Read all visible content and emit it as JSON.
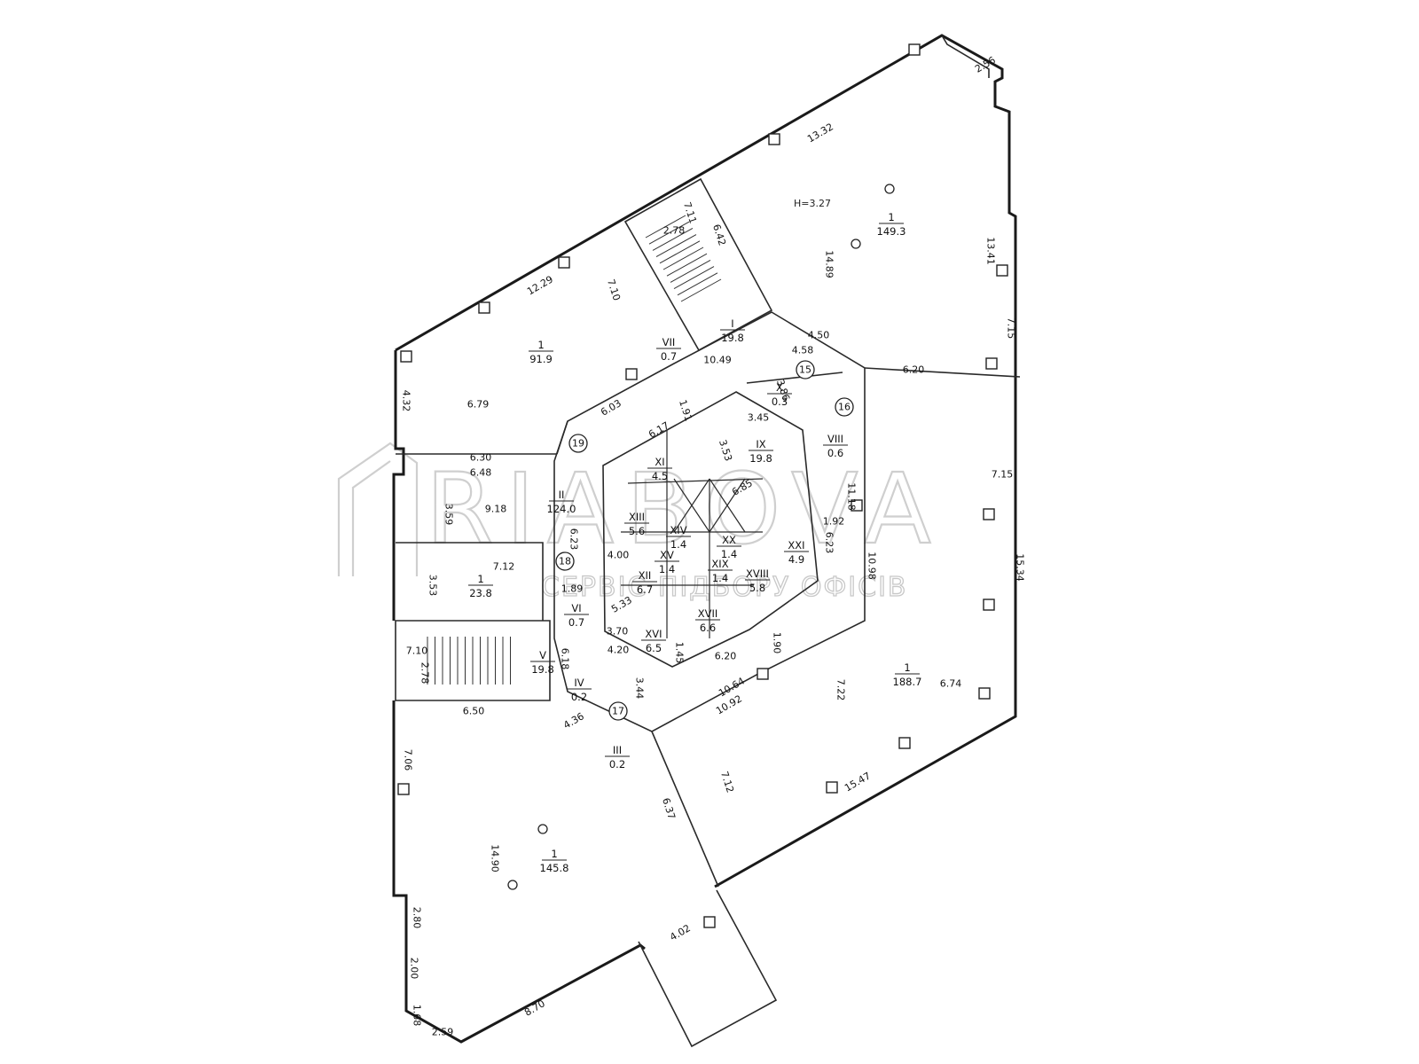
{
  "watermark": {
    "brand": "RIABOVA",
    "tagline": "СЕРВІС ПІДБОРУ ОФІСІВ"
  },
  "height_note": "H=3.27",
  "rooms": [
    {
      "id": "r-ne",
      "num": "1",
      "area": "149.3"
    },
    {
      "id": "r-nw",
      "num": "1",
      "area": "91.9"
    },
    {
      "id": "r-se",
      "num": "1",
      "area": "188.7"
    },
    {
      "id": "r-sw",
      "num": "1",
      "area": "145.8"
    },
    {
      "id": "r-w",
      "num": "1",
      "area": "23.8"
    },
    {
      "id": "r-I",
      "num": "I",
      "area": "19.8"
    },
    {
      "id": "r-II",
      "num": "II",
      "area": "124.0"
    },
    {
      "id": "r-III",
      "num": "III",
      "area": "0.2"
    },
    {
      "id": "r-IV",
      "num": "IV",
      "area": "0.2"
    },
    {
      "id": "r-V",
      "num": "V",
      "area": "19.8"
    },
    {
      "id": "r-VI",
      "num": "VI",
      "area": "0.7"
    },
    {
      "id": "r-VII",
      "num": "VII",
      "area": "0.7"
    },
    {
      "id": "r-VIII",
      "num": "VIII",
      "area": "0.6"
    },
    {
      "id": "r-IX",
      "num": "IX",
      "area": "19.8"
    },
    {
      "id": "r-X",
      "num": "X",
      "area": "0.3"
    },
    {
      "id": "r-XI",
      "num": "XI",
      "area": "4.5"
    },
    {
      "id": "r-XII",
      "num": "XII",
      "area": "6.7"
    },
    {
      "id": "r-XIII",
      "num": "XIII",
      "area": "5.6"
    },
    {
      "id": "r-XIV",
      "num": "XIV",
      "area": "1.4"
    },
    {
      "id": "r-XV",
      "num": "XV",
      "area": "1.4"
    },
    {
      "id": "r-XVI",
      "num": "XVI",
      "area": "6.5"
    },
    {
      "id": "r-XVII",
      "num": "XVII",
      "area": "6.6"
    },
    {
      "id": "r-XVIII",
      "num": "XVIII",
      "area": "5.8"
    },
    {
      "id": "r-XIX",
      "num": "XIX",
      "area": "1.4"
    },
    {
      "id": "r-XX",
      "num": "XX",
      "area": "1.4"
    },
    {
      "id": "r-XXI",
      "num": "XXI",
      "area": "4.9"
    }
  ],
  "markers": [
    "15",
    "16",
    "17",
    "18",
    "19"
  ],
  "dimensions": [
    "2.56",
    "13.32",
    "13.41",
    "7.15",
    "14.89",
    "7.11",
    "6.42",
    "2.78",
    "12.29",
    "7.10",
    "4.32",
    "6.79",
    "6.03",
    "1.91",
    "10.49",
    "4.50",
    "4.58",
    "3.86",
    "6.20",
    "6.17",
    "3.45",
    "3.53",
    "6.30",
    "6.48",
    "9.18",
    "3.59",
    "6.85",
    "11.18",
    "1.92",
    "7.15",
    "6.23",
    "10.98",
    "15.34",
    "6.23",
    "4.00",
    "7.12",
    "3.53",
    "1.89",
    "5.33",
    "3.70",
    "4.20",
    "1.45",
    "6.20",
    "1.90",
    "7.10",
    "2.78",
    "6.18",
    "3.44",
    "6.50",
    "4.36",
    "10.64",
    "10.92",
    "7.22",
    "6.74",
    "7.06",
    "6.37",
    "7.12",
    "15.47",
    "14.90",
    "2.80",
    "2.00",
    "1.68",
    "2.59",
    "8.70",
    "4.02"
  ]
}
